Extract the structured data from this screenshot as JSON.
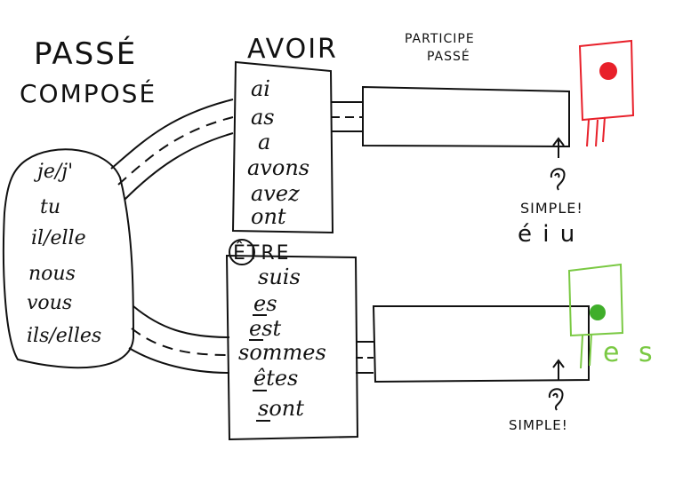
{
  "title": {
    "line1": "PASSÉ",
    "line2": "COMPOSÉ"
  },
  "avoir": {
    "header": "AVOIR",
    "forms": [
      "ai",
      "as",
      "a",
      "avons",
      "avez",
      "ont"
    ]
  },
  "etre": {
    "header": "ÊTRE",
    "forms": [
      "suis",
      "es",
      "est",
      "sommes",
      "êtes",
      "sont"
    ]
  },
  "pronouns": [
    "je/j'",
    "tu",
    "il/elle",
    "nous",
    "vous",
    "ils/elles"
  ],
  "participle": {
    "header_line1": "PARTICIPE",
    "header_line2": "PASSÉ"
  },
  "avoir_note": {
    "simple": "SIMPLE!",
    "endings": "é i u"
  },
  "etre_note": {
    "simple": "SIMPLE!",
    "agreement": "e s"
  },
  "colors": {
    "ink": "#111111",
    "avoir_light": "#e8202a",
    "etre_light": "#7ac943",
    "etre_light_dot": "#3fae2a"
  }
}
